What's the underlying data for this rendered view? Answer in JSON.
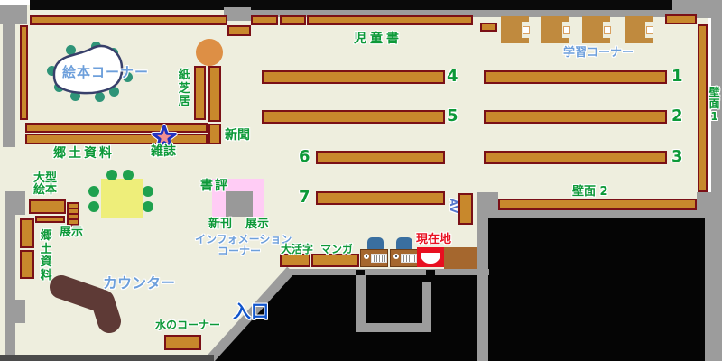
{
  "labels": {
    "ehon_corner": "絵本コーナー",
    "kamishibai": "紙芝居",
    "shimbun": "新聞",
    "zasshi": "雑誌",
    "kyodo_shiryo_top": "郷土資料",
    "jidosho": "児童書",
    "gakushu_corner": "学習コーナー",
    "hekimen1": "壁面1",
    "hekimen2": "壁面 2",
    "ogata_ehon_line1": "大型",
    "ogata_ehon_line2": "絵本",
    "tenji_left": "展示",
    "kyodo_shiryo_left": "郷土資料",
    "shohyo": "書評",
    "shinkan": "新刊",
    "tenji_info": "展示",
    "information_line1": "インフォメーション",
    "information_line2": "コーナー",
    "daikatsuji": "大活字",
    "manga": "マンガ",
    "genzaichi": "現在地",
    "counter": "カウンター",
    "mizu_corner": "水のコーナー",
    "iriguchi": "入口",
    "av": "AV"
  },
  "shelf_numbers": {
    "n1": "1",
    "n2": "2",
    "n3": "3",
    "n4": "4",
    "n5": "5",
    "n6": "6",
    "n7": "7"
  },
  "colors": {
    "floor": "#eeeede",
    "wall_gray": "#9c9c9c",
    "shelf_fill": "#c8882c",
    "shelf_border": "#7a1016",
    "label_green": "#0c9938",
    "label_blue": "#6d9fdb",
    "entrance_blue": "#1155cc",
    "current_red": "#e81020",
    "counter_brown": "#5e3a36",
    "table_yellow": "#eeee7a",
    "pink_area": "#ffccf5",
    "star_fill": "#f49090",
    "star_stroke": "#2030c0"
  }
}
